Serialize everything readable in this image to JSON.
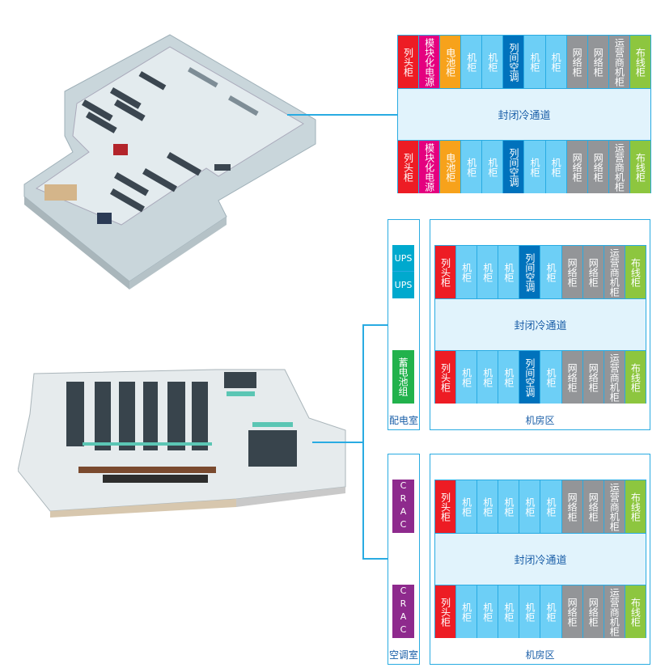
{
  "colors": {
    "列头柜": "#ed1c24",
    "模块化电源": "#e4007f",
    "电池柜": "#f7a21b",
    "机柜": "#6dcff6",
    "列间空调": "#0072bc",
    "网络柜": "#939598",
    "运营商机柜": "#939598",
    "布线柜": "#8dc63f",
    "ups": "#00a9ce",
    "battery": "#22b24c",
    "crac": "#8e2a8d",
    "line": "#29abe2"
  },
  "aisle_label": "封闭冷通道",
  "layout1": {
    "row": [
      "列头柜",
      "模块化电源",
      "电池柜",
      "机柜",
      "机柜",
      "列间空调",
      "机柜",
      "机柜",
      "网络柜",
      "网络柜",
      "运营商机柜",
      "布线柜"
    ]
  },
  "layout2": {
    "side_room": {
      "label": "配电室",
      "units": [
        "UPS",
        "UPS"
      ],
      "battery": "蓄电池组"
    },
    "room_label": "机房区",
    "row": [
      "列头柜",
      "机柜",
      "机柜",
      "机柜",
      "列间空调",
      "机柜",
      "网络柜",
      "网络柜",
      "运营商机柜",
      "布线柜"
    ]
  },
  "layout3": {
    "side_room": {
      "label": "空调室",
      "units": [
        "CRAC",
        "CRAC"
      ]
    },
    "room_label": "机房区",
    "row": [
      "列头柜",
      "机柜",
      "机柜",
      "机柜",
      "机柜",
      "机柜",
      "网络柜",
      "网络柜",
      "运营商机柜",
      "布线柜"
    ]
  }
}
